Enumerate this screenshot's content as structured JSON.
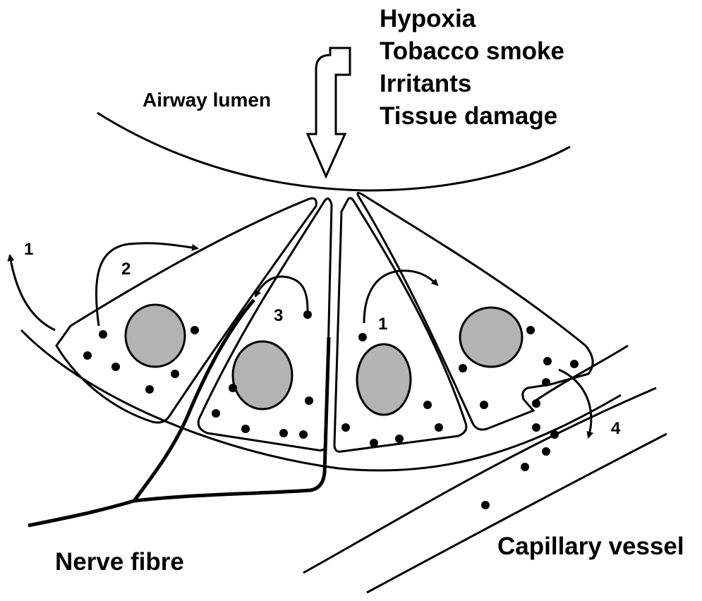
{
  "labels": {
    "airway_lumen": "Airway lumen",
    "nerve_fibre": "Nerve fibre",
    "capillary_vessel": "Capillary vessel"
  },
  "stimuli": [
    "Hypoxia",
    "Tobacco smoke",
    "Irritants",
    "Tissue damage"
  ],
  "pathway_numbers": {
    "left_1": "1",
    "left_2": "2",
    "center_3": "3",
    "center_1": "1",
    "right_4": "4"
  },
  "colors": {
    "line": "#000000",
    "nucleus_fill": "#b3b3b3",
    "granule": "#000000",
    "background": "#ffffff"
  }
}
